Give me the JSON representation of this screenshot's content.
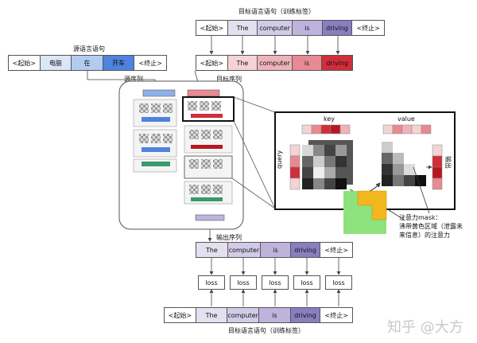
{
  "top_target_label": {
    "title": "目标语言语句（训练标签）"
  },
  "top_target_tokens": [
    "<起始>",
    "The",
    "computer",
    "is",
    "driving",
    "<终止>"
  ],
  "source_label": {
    "title": "源语言语句"
  },
  "source_tokens": [
    "<起始>",
    "电脑",
    "在",
    "开车",
    "<终止>"
  ],
  "target_seq_tokens": [
    "<起始>",
    "The",
    "computer",
    "is",
    "driving"
  ],
  "source_seq_caption": "源序列",
  "target_seq_caption": "目标序列",
  "output_seq_caption": "输出序列",
  "output_tokens": [
    "The",
    "computer",
    "is",
    "driving",
    "<终止>"
  ],
  "loss_labels": [
    "loss",
    "loss",
    "loss",
    "loss",
    "loss"
  ],
  "bottom_target_tokens": [
    "<起始>",
    "The",
    "computer",
    "is",
    "driving",
    "<终止>"
  ],
  "bottom_target_label": {
    "title": "目标语言语句（训练标签）"
  },
  "attention": {
    "key_label": "key",
    "value_label": "value",
    "query_label": "query",
    "output_label": "输出",
    "mask_note_line1": "注意力mask：",
    "mask_note_line2": "沸带黄色区域（泄露未",
    "mask_note_line3": "来信息）的注意力"
  },
  "watermark": "知乎 @大方",
  "colors": {
    "purple_light": "#e4e0f0",
    "purple_mid": "#bdb3dc",
    "purple_dark": "#8a7ec0",
    "blue_light": "#dbe6f7",
    "blue_mid": "#8eb0ea",
    "blue_dark": "#4f83df",
    "red_light": "#f3d3d6",
    "red_mid": "#e78a93",
    "red_dark": "#d02e3a",
    "red_deep": "#b71820",
    "mask_green": "#8ee27e",
    "mask_yellow": "#f2b71e"
  }
}
